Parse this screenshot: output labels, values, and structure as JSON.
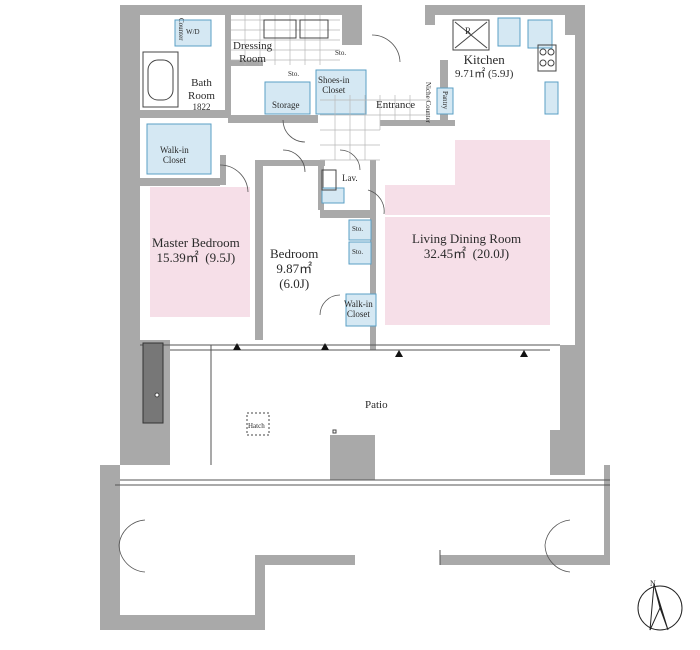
{
  "rooms": {
    "living": {
      "name": "Living Dining Room",
      "area": "32.45㎡",
      "jo": "(20.0J)"
    },
    "master": {
      "name": "Master Bedroom",
      "area": "15.39㎡",
      "jo": "(9.5J)"
    },
    "bedroom": {
      "name": "Bedroom",
      "area": "9.87㎡",
      "jo": "(6.0J)"
    },
    "kitchen": {
      "name": "Kitchen",
      "area": "9.71㎡",
      "jo": "(5.9J)"
    },
    "bath": {
      "name": "Bath",
      "line2": "Room",
      "size": "1822"
    },
    "dressing": {
      "name": "Dressing",
      "line2": "Room"
    },
    "entrance": {
      "name": "Entrance"
    },
    "patio": {
      "name": "Patio"
    },
    "lav": {
      "name": "Lav."
    }
  },
  "storage": {
    "walkin_master": {
      "line1": "Walk-in",
      "line2": "Closet"
    },
    "walkin_bedroom": {
      "line1": "Walk-in",
      "line2": "Closet"
    },
    "shoes_closet": {
      "line1": "Shoes-in",
      "line2": "Closet"
    },
    "storage": "Storage",
    "sto_dressing": "Sto.",
    "sto_hall": "Sto.",
    "sto_living_1": "Sto.",
    "sto_living_2": "Sto.",
    "pantry": "Pantry",
    "niche_counter": "Niche Counter",
    "counter": "Counter",
    "wd": "W/D",
    "fridge": "R",
    "hatch": "Hatch"
  },
  "compass": {
    "label": "N"
  },
  "colors": {
    "wall": "#a9a9a9",
    "bedroom_fill": "#f6dfe8",
    "closet_fill": "#d5e8f3",
    "closet_stroke": "#5a9fc4"
  }
}
